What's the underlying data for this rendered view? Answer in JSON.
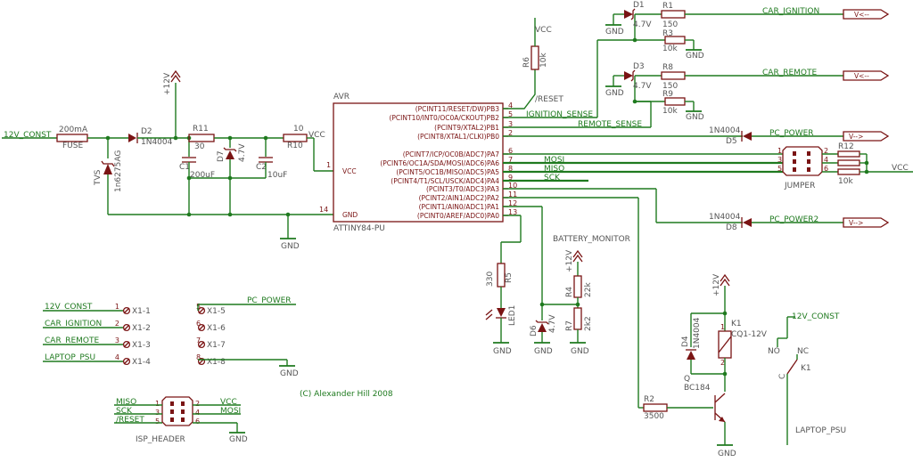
{
  "mcu": {
    "header": "AVR",
    "part": "ATTINY84-PU",
    "pins": [
      {
        "num": "4",
        "label": "(PCINT11/RESET/DW)PB3"
      },
      {
        "num": "5",
        "label": "(PCINT10/INT0/OC0A/CKOUT)PB2"
      },
      {
        "num": "3",
        "label": "(PCINT9/XTAL2)PB1"
      },
      {
        "num": "2",
        "label": "(PCINT8/XTAL1/CLKI)PB0"
      },
      {
        "num": "6",
        "label": "(PCINT7/ICP/OC0B/ADC7)PA7"
      },
      {
        "num": "7",
        "label": "(PCINT6/OC1A/SDA/MOSI/ADC6)PA6"
      },
      {
        "num": "8",
        "label": "(PCINT5/OC1B/MISO/ADC5)PA5"
      },
      {
        "num": "9",
        "label": "(PCINT4/T1/SCL/USCK/ADC4)PA4"
      },
      {
        "num": "10",
        "label": "(PCINT3/T0/ADC3)PA3"
      },
      {
        "num": "11",
        "label": "(PCINT2/AIN1/ADC2)PA2"
      },
      {
        "num": "12",
        "label": "(PCINT1/AIN0/ADC1)PA1"
      },
      {
        "num": "13",
        "label": "(PCINT0/AREF/ADC0)PA0"
      }
    ],
    "vcc_pin": "1",
    "vcc_label": "VCC",
    "gnd_pin": "14",
    "gnd_label": "GND"
  },
  "nets": {
    "const12": "12V_CONST",
    "vcc": "VCC",
    "gnd": "GND",
    "p12": "+12V",
    "reset": "/RESET",
    "ign_sense": "IGNITION_SENSE",
    "rem_sense": "REMOTE_SENSE",
    "mosi": "MOSI",
    "miso": "MISO",
    "sck": "SCK",
    "car_ign": "CAR_IGNITION",
    "car_rem": "CAR_REMOTE",
    "pc_power": "PC_POWER",
    "pc_power2": "PC_POWER2",
    "batt": "BATTERY_MONITOR",
    "laptop": "LAPTOP_PSU",
    "sig_in": "V<--",
    "sig_out": "V-->"
  },
  "parts": {
    "fuse": {
      "value": "200mA",
      "name": "FUSE"
    },
    "d2": {
      "name": "D2",
      "value": "1N4004"
    },
    "tvs": {
      "name": "TVS",
      "value": "1n6275AG"
    },
    "r11": {
      "name": "R11",
      "value": "30"
    },
    "c1": {
      "name": "C1",
      "value": "200uF"
    },
    "d7": {
      "name": "D7",
      "value": "4.7V"
    },
    "c2": {
      "name": "C2",
      "value": "10uF"
    },
    "r10": {
      "name": "R10",
      "value": "10"
    },
    "r6": {
      "name": "R6",
      "value": "10k"
    },
    "d1": {
      "name": "D1",
      "value": "4.7V"
    },
    "r1": {
      "name": "R1",
      "value": "150"
    },
    "r3": {
      "name": "R3",
      "value": "10k"
    },
    "d3": {
      "name": "D3",
      "value": "4.7V"
    },
    "r8": {
      "name": "R8",
      "value": "150"
    },
    "r9": {
      "name": "R9",
      "value": "10k"
    },
    "d5": {
      "name": "D5",
      "value": "1N4004"
    },
    "d8": {
      "name": "D8",
      "value": "1N4004"
    },
    "r12": {
      "name": "R12",
      "value": "10k"
    },
    "jumper": {
      "name": "JUMPER",
      "pins": [
        "1",
        "2",
        "3",
        "4",
        "5",
        "6"
      ]
    },
    "r5": {
      "name": "R5",
      "value": "330"
    },
    "led1": {
      "name": "LED1"
    },
    "d6": {
      "name": "D6",
      "value": "4.7V"
    },
    "r4": {
      "name": "R4",
      "value": "22k"
    },
    "r7": {
      "name": "R7",
      "value": "2k2"
    },
    "k1": {
      "name": "K1",
      "value": "CQ1-12V"
    },
    "d4": {
      "name": "D4",
      "value": "1N4004"
    },
    "q1": {
      "name": "Q",
      "value": "BC184"
    },
    "r2": {
      "name": "R2",
      "value": "3500"
    },
    "k1sw": {
      "name": "K1",
      "no": "NO",
      "nc": "NC",
      "c": "C"
    },
    "isp": {
      "name": "ISP_HEADER",
      "pins": [
        "1",
        "2",
        "3",
        "4",
        "5",
        "6"
      ],
      "left": [
        "MISO",
        "SCK",
        "/RESET"
      ],
      "right": [
        "VCC",
        "MOSI",
        "GND"
      ]
    }
  },
  "connectors": [
    {
      "num": "1",
      "label": "X1-1",
      "net": "12V_CONST"
    },
    {
      "num": "2",
      "label": "X1-2",
      "net": "CAR_IGNITION"
    },
    {
      "num": "3",
      "label": "X1-3",
      "net": "CAR_REMOTE"
    },
    {
      "num": "4",
      "label": "X1-4",
      "net": "LAPTOP_PSU"
    },
    {
      "num": "5",
      "label": "X1-5",
      "net": "PC_POWER"
    },
    {
      "num": "6",
      "label": "X1-6",
      "net": ""
    },
    {
      "num": "7",
      "label": "X1-7",
      "net": ""
    },
    {
      "num": "8",
      "label": "X1-8",
      "net": ""
    }
  ],
  "copyright": "(C) Alexander Hill 2008"
}
